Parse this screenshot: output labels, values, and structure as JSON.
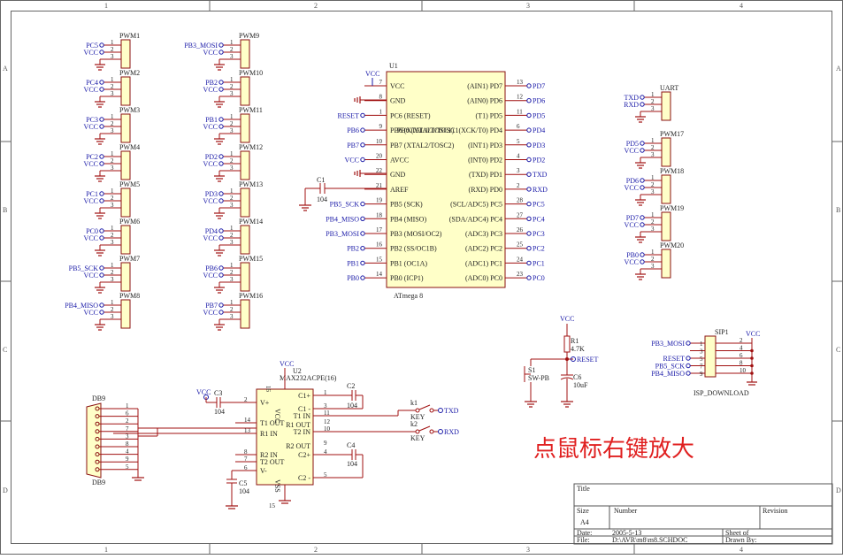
{
  "zones": {
    "cols": [
      "1",
      "2",
      "3",
      "4"
    ],
    "rows": [
      "A",
      "B",
      "C",
      "D"
    ]
  },
  "vcc": "VCC",
  "pwm_headers": [
    {
      "ref": "PWM1",
      "net": "PC5"
    },
    {
      "ref": "PWM2",
      "net": "PC4"
    },
    {
      "ref": "PWM3",
      "net": "PC3"
    },
    {
      "ref": "PWM4",
      "net": "PC2"
    },
    {
      "ref": "PWM5",
      "net": "PC1"
    },
    {
      "ref": "PWM6",
      "net": "PC0"
    },
    {
      "ref": "PWM7",
      "net": "PB5_SCK"
    },
    {
      "ref": "PWM8",
      "net": "PB4_MISO"
    },
    {
      "ref": "PWM9",
      "net": "PB3_MOSI"
    },
    {
      "ref": "PWM10",
      "net": "PB2"
    },
    {
      "ref": "PWM11",
      "net": "PB1"
    },
    {
      "ref": "PWM12",
      "net": "PD2"
    },
    {
      "ref": "PWM13",
      "net": "PD3"
    },
    {
      "ref": "PWM14",
      "net": "PD4"
    },
    {
      "ref": "PWM15",
      "net": "PB6"
    },
    {
      "ref": "PWM16",
      "net": "PB7"
    }
  ],
  "right_headers": [
    {
      "ref": "UART",
      "net1": "TXD",
      "net2": "RXD"
    },
    {
      "ref": "PWM17",
      "net1": "PD5",
      "net2": "VCC"
    },
    {
      "ref": "PWM18",
      "net1": "PD6",
      "net2": "VCC"
    },
    {
      "ref": "PWM19",
      "net1": "PD7",
      "net2": "VCC"
    },
    {
      "ref": "PWM20",
      "net1": "PB0",
      "net2": "VCC"
    }
  ],
  "pin_numbers": [
    "1",
    "2",
    "3"
  ],
  "u1": {
    "ref": "U1",
    "part": "ATmega 8",
    "left": [
      {
        "net": "VCC",
        "pin": "7",
        "label": "VCC"
      },
      {
        "net": "",
        "pin": "8",
        "label": "GND"
      },
      {
        "net": "RESET",
        "pin": "1",
        "label": "PC6 (RESET)"
      },
      {
        "net": "PB6",
        "pin": "9",
        "label": "PB6 (XTAL1/TOSC1)"
      },
      {
        "net": "PB7",
        "pin": "10",
        "label": "PB7 (XTAL2/TOSC2)"
      },
      {
        "net": "VCC",
        "pin": "20",
        "label": "AVCC"
      },
      {
        "net": "",
        "pin": "22",
        "label": "GND"
      },
      {
        "net": "",
        "pin": "21",
        "label": "AREF"
      },
      {
        "net": "PB5_SCK",
        "pin": "19",
        "label": "PB5 (SCK)"
      },
      {
        "net": "PB4_MISO",
        "pin": "18",
        "label": "PB4 (MISO)"
      },
      {
        "net": "PB3_MOSI",
        "pin": "17",
        "label": "PB3 (MOSI/OC2)"
      },
      {
        "net": "PB2",
        "pin": "16",
        "label": "PB2 (SS/OC1B)"
      },
      {
        "net": "PB1",
        "pin": "15",
        "label": "PB1 (OC1A)"
      },
      {
        "net": "PB0",
        "pin": "14",
        "label": "PB0 (ICP1)"
      }
    ],
    "right": [
      {
        "net": "PD7",
        "pin": "13",
        "label": "(AIN1) PD7"
      },
      {
        "net": "PD6",
        "pin": "12",
        "label": "(AIN0) PD6"
      },
      {
        "net": "PD5",
        "pin": "11",
        "label": "(T1) PD5"
      },
      {
        "net": "PD4",
        "pin": "6",
        "label": "PB6 (XTAL1/TOSC1(XCK/T0) PD4"
      },
      {
        "net": "PD3",
        "pin": "5",
        "label": "(INT1) PD3"
      },
      {
        "net": "PD2",
        "pin": "4",
        "label": "(INT0) PD2"
      },
      {
        "net": "TXD",
        "pin": "3",
        "label": "(TXD) PD1"
      },
      {
        "net": "RXD",
        "pin": "2",
        "label": "(RXD) PD0"
      },
      {
        "net": "PC5",
        "pin": "28",
        "label": "(SCL/ADC5) PC5"
      },
      {
        "net": "PC4",
        "pin": "27",
        "label": "(SDA/ADC4) PC4"
      },
      {
        "net": "PC3",
        "pin": "26",
        "label": "(ADC3) PC3"
      },
      {
        "net": "PC2",
        "pin": "25",
        "label": "(ADC2) PC2"
      },
      {
        "net": "PC1",
        "pin": "24",
        "label": "(ADC1) PC1"
      },
      {
        "net": "PC0",
        "pin": "23",
        "label": "(ADC0) PC0"
      }
    ]
  },
  "c1": {
    "ref": "C1",
    "value": "104"
  },
  "reset_circuit": {
    "vcc": "VCC",
    "r_ref": "R1",
    "r_value": "4.7K",
    "net": "RESET",
    "sw_ref": "S1",
    "sw_value": "SW-PB",
    "c_ref": "C6",
    "c_value": "10uF"
  },
  "isp": {
    "ref": "SIP1",
    "title": "ISP_DOWNLOAD",
    "vcc": "VCC",
    "rows": [
      {
        "net": "PB3_MOSI",
        "pin": "1"
      },
      {
        "net": "",
        "pin": "3"
      },
      {
        "net": "RESET",
        "pin": "5"
      },
      {
        "net": "PB5_SCK",
        "pin": "7"
      },
      {
        "net": "PB4_MISO",
        "pin": "9"
      }
    ],
    "right_pins": [
      "2",
      "4",
      "6",
      "8",
      "10"
    ]
  },
  "u2": {
    "ref": "U2",
    "part": "MAX232ACPE(16)",
    "vcc": "VCC",
    "pin_top": "16",
    "pin_bottom": "15",
    "left": [
      {
        "pin": "2",
        "label": "V+"
      },
      {
        "pin": "14",
        "label": "T1 OUT"
      },
      {
        "pin": "13",
        "label": "R1 IN"
      },
      {
        "pin": "8",
        "label": "R2 IN"
      },
      {
        "pin": "7",
        "label": "T2 OUT"
      },
      {
        "pin": "6",
        "label": "V-"
      }
    ],
    "right": [
      {
        "pin": "1",
        "label": "C1+"
      },
      {
        "pin": "3",
        "label": "C1 -"
      },
      {
        "pin": "11",
        "label": "T1 IN"
      },
      {
        "pin": "12",
        "label": "R1 OUT"
      },
      {
        "pin": "10",
        "label": "T2 IN"
      },
      {
        "pin": "9",
        "label": "R2 OUT"
      },
      {
        "pin": "4",
        "label": "C2+"
      },
      {
        "pin": "5",
        "label": "C2 -"
      }
    ],
    "vcc_label": "VCC",
    "vss_label": "VSS"
  },
  "caps": {
    "c2": {
      "ref": "C2",
      "value": "104"
    },
    "c3": {
      "ref": "C3",
      "value": "104",
      "vcc": "VCC"
    },
    "c4": {
      "ref": "C4",
      "value": "104"
    },
    "c5": {
      "ref": "C5",
      "value": "104"
    }
  },
  "keys": {
    "k1": {
      "ref": "k1",
      "label": "KEY",
      "net": "TXD"
    },
    "k2": {
      "ref": "k2",
      "label": "KEY",
      "net": "RXD"
    }
  },
  "db9": {
    "ref": "DB9",
    "pins": [
      "1",
      "6",
      "2",
      "7",
      "3",
      "8",
      "4",
      "9",
      "5"
    ]
  },
  "annotation": "点鼠标右键放大",
  "title_block": {
    "title_label": "Title",
    "size_label": "Size",
    "size": "A4",
    "number_label": "Number",
    "revision_label": "Revision",
    "date_label": "Date:",
    "date": "2005-5-13",
    "sheet_label": "Sheet   of",
    "file_label": "File:",
    "file": "D:\\AVR\\m8\\m8.SCHDOC",
    "drawn_label": "Drawn By:"
  }
}
